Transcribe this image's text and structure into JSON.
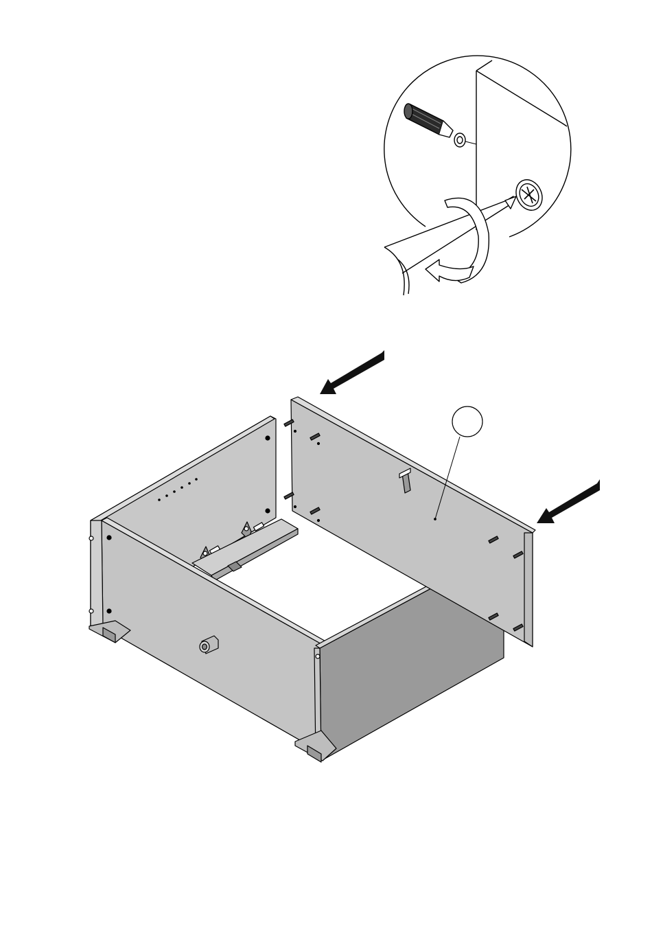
{
  "document": {
    "type": "assembly-instruction-step",
    "callout_label": ""
  },
  "palette": {
    "panel_light": "#c4c4c4",
    "panel_mid": "#b3b3b3",
    "panel_dark": "#9c9c9c",
    "edge": "#d8d8d8",
    "line": "#000000",
    "arrow": "#111111"
  },
  "icons": {
    "detail": "cam-lock-screwdriver-detail",
    "direction": "arrow-left-icon",
    "part": "part-callout-circle"
  }
}
